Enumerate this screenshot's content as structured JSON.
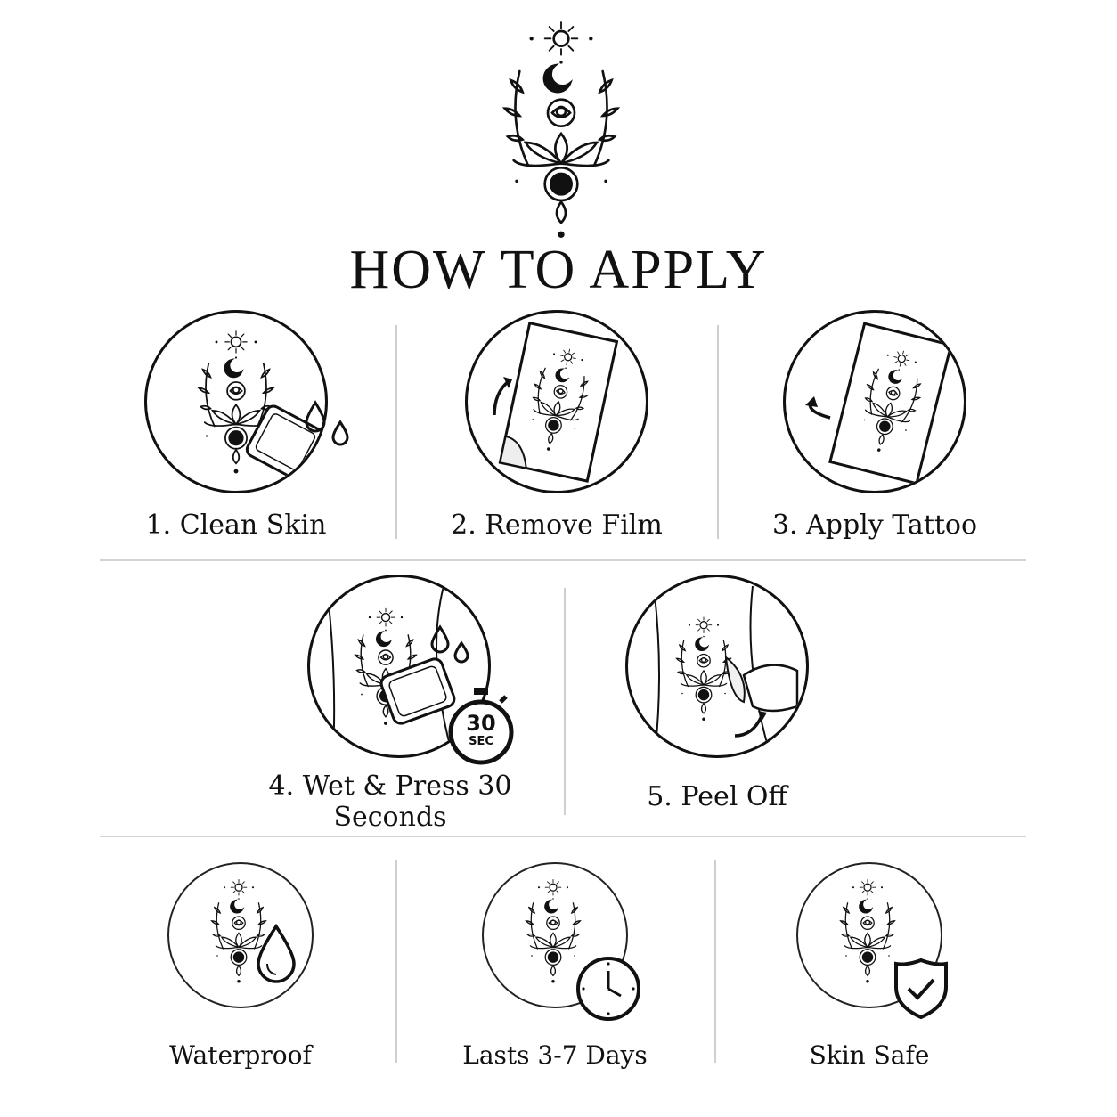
{
  "title": "HOW TO APPLY",
  "steps": [
    {
      "label": "1. Clean Skin",
      "icon": "wipe-pad-drops-icon"
    },
    {
      "label": "2. Remove Film",
      "icon": "peel-film-icon"
    },
    {
      "label": "3. Apply Tattoo",
      "icon": "place-sheet-icon"
    },
    {
      "label": "4. Wet & Press 30 Seconds",
      "icon": "wet-press-icon",
      "timer": {
        "value": "30",
        "unit": "SEC"
      }
    },
    {
      "label": "5. Peel Off",
      "icon": "peel-off-icon"
    }
  ],
  "features": [
    {
      "label": "Waterproof",
      "icon": "water-drop-icon"
    },
    {
      "label": "Lasts 3-7 Days",
      "icon": "clock-icon"
    },
    {
      "label": "Skin Safe",
      "icon": "shield-check-icon"
    }
  ],
  "colors": {
    "ink": "#111111",
    "divider": "#d0d0d0",
    "background": "#ffffff"
  }
}
